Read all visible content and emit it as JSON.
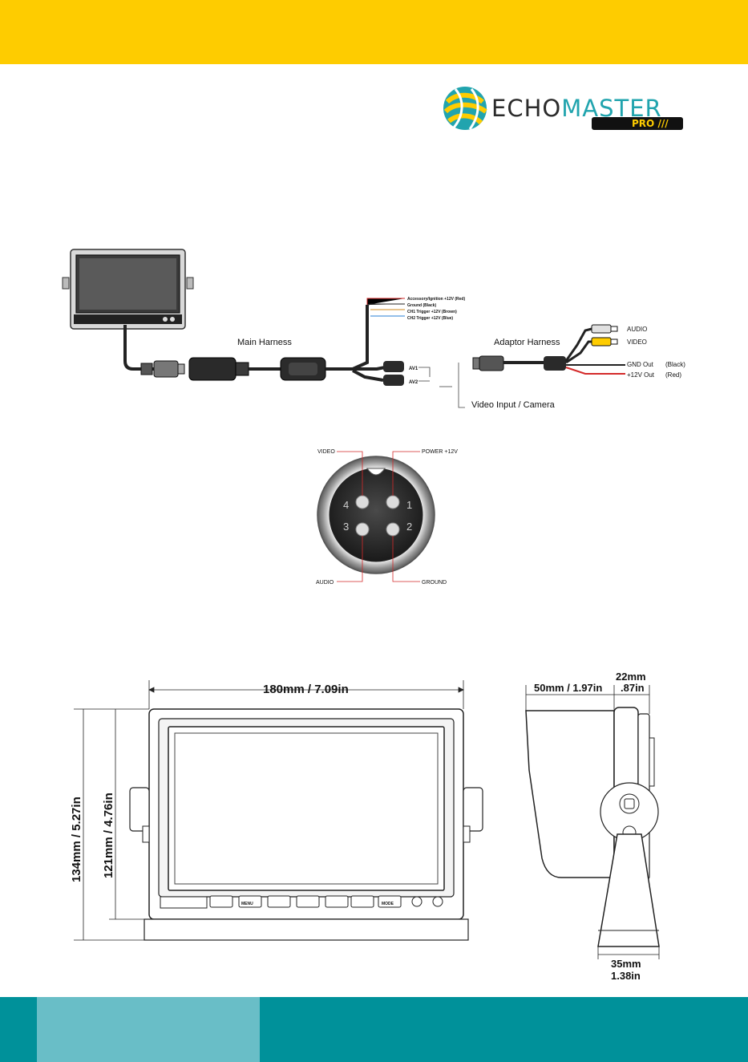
{
  "brand": {
    "logo_echo": "ECHO",
    "logo_master": "MASTER",
    "logo_pro": "PRO",
    "colors": {
      "yellow": "#fecc00",
      "teal": "#00919a",
      "light_teal": "#69bec7",
      "red_wire": "#d42a2a",
      "blue_wire": "#2a7fd4",
      "orange_wire": "#d2881e"
    }
  },
  "wiring": {
    "main_harness": "Main Harness",
    "adaptor_harness": "Adaptor Harness",
    "video_input": "Video Input / Camera",
    "wire_labels": [
      "Accessory/Ignition +12V (Red)",
      "Ground (Black)",
      "CH1 Trigger +12V (Brown)",
      "CH2 Trigger +12V (Blue)"
    ],
    "av1": "AV1",
    "av2": "AV2",
    "audio": "AUDIO",
    "video": "VIDEO",
    "gnd_out": "GND Out",
    "gnd_color": "(Black)",
    "v12_out": "+12V Out",
    "v12_color": "(Red)"
  },
  "connector": {
    "video": "VIDEO",
    "power": "POWER +12V",
    "audio": "AUDIO",
    "ground": "GROUND",
    "pin_numbers": [
      "1",
      "2",
      "3",
      "4"
    ]
  },
  "dimensions": {
    "front_width": "180mm / 7.09in",
    "front_height_total": "134mm / 5.27in",
    "front_height_screen": "121mm / 4.76in",
    "side_depth": "50mm / 1.97in",
    "side_thickness_mm": "22mm",
    "side_thickness_in": ".87in",
    "base_width_mm": "35mm",
    "base_width_in": "1.38in"
  },
  "monitor_buttons": [
    "MENU",
    "MODE"
  ]
}
